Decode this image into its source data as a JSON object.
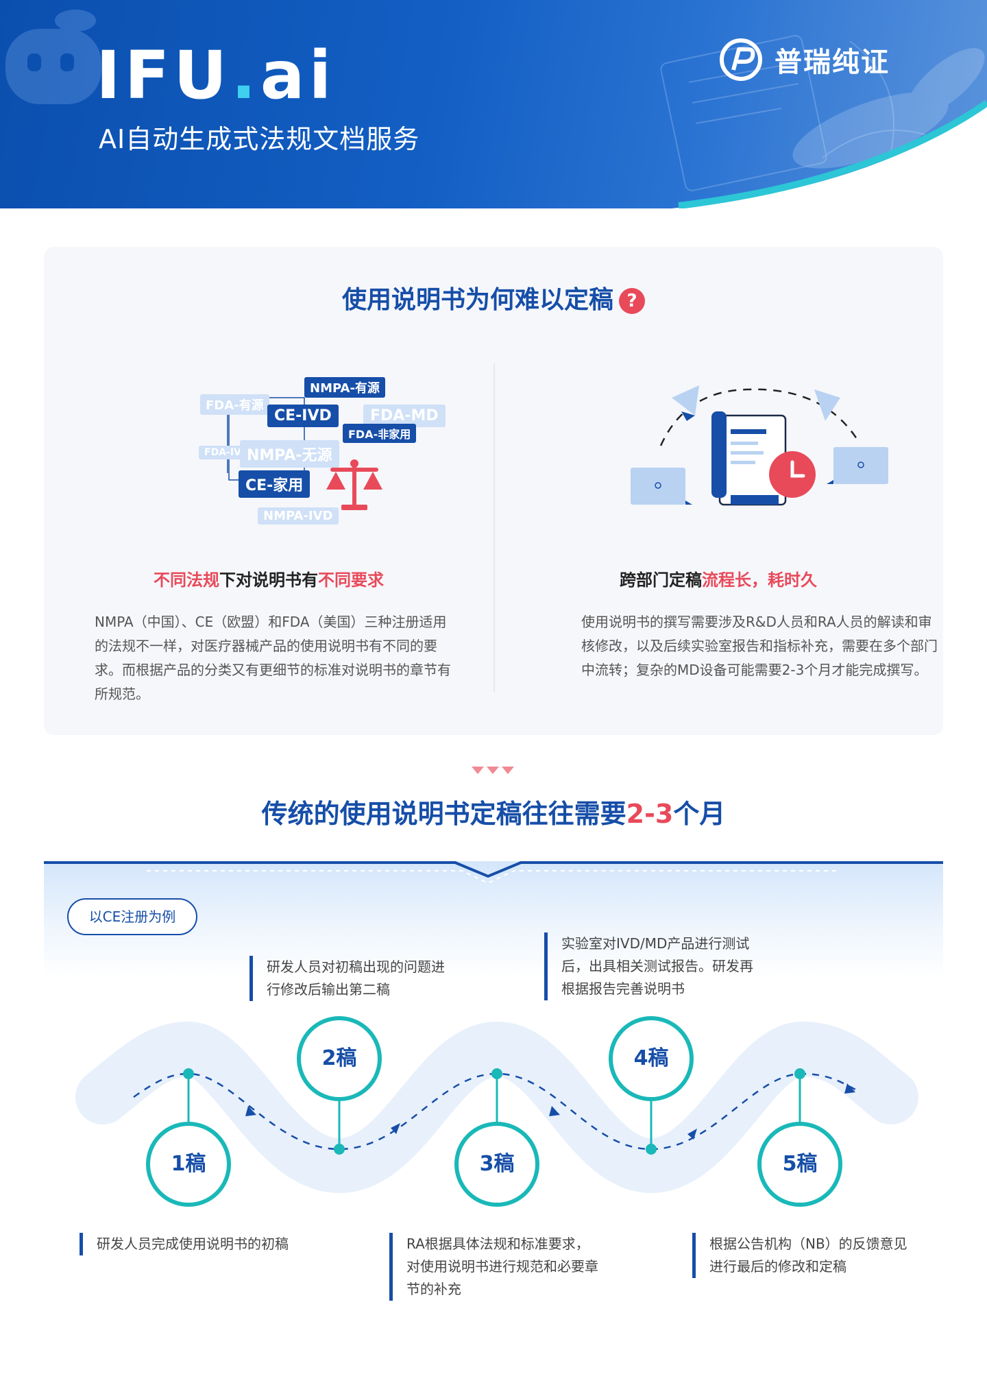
{
  "header": {
    "brand_main": "IFU",
    "brand_dot": ".",
    "brand_ai": "ai",
    "subtitle": "AI自动生成式法规文档服务",
    "company": "普瑞纯证"
  },
  "card1": {
    "title": "使用说明书为何难以定稿",
    "title_mark": "?",
    "left": {
      "tags": [
        "NMPA-有源",
        "FDA-有源",
        "CE-IVD",
        "FDA-MD",
        "FDA-非家用",
        "FDA-IVD",
        "NMPA-无源",
        "CE-家用",
        "NMPA-IVD"
      ],
      "head_red1": "不同法规",
      "head_mid": "下对说明书有",
      "head_red2": "不同要求",
      "body": "NMPA（中国）、CE（欧盟）和FDA（美国）三种注册适用的法规不一样，对医疗器械产品的使用说明书有不同的要求。而根据产品的分类又有更细节的标准对说明书的章节有所规范。"
    },
    "right": {
      "head_black": "跨部门定稿",
      "head_red": "流程长，耗时久",
      "body": "使用说明书的撰写需要涉及R&D人员和RA人员的解读和审核修改，以及后续实验室报告和指标补充，需要在多个部门中流转；复杂的MD设备可能需要2-3个月才能完成撰写。"
    }
  },
  "section2": {
    "title_pre": "传统的使用说明书定稿往往需要",
    "title_red": "2-3",
    "title_post": "个月",
    "pill": "以CE注册为例",
    "steps": [
      {
        "label": "1稿",
        "desc": "研发人员完成使用说明书的初稿"
      },
      {
        "label": "2稿",
        "desc": "研发人员对初稿出现的问题进行修改后输出第二稿"
      },
      {
        "label": "3稿",
        "desc": "RA根据具体法规和标准要求，对使用说明书进行规范和必要章节的补充"
      },
      {
        "label": "4稿",
        "desc": "实验室对IVD/MD产品进行测试后，出具相关测试报告。研发再根据报告完善说明书"
      },
      {
        "label": "5稿",
        "desc": "根据公告机构（NB）的反馈意见进行最后的修改和定稿"
      }
    ]
  },
  "colors": {
    "primary": "#164ea8",
    "accent_red": "#e84a5a",
    "teal": "#1ab8b8",
    "header_blue": "#0b4fae"
  }
}
